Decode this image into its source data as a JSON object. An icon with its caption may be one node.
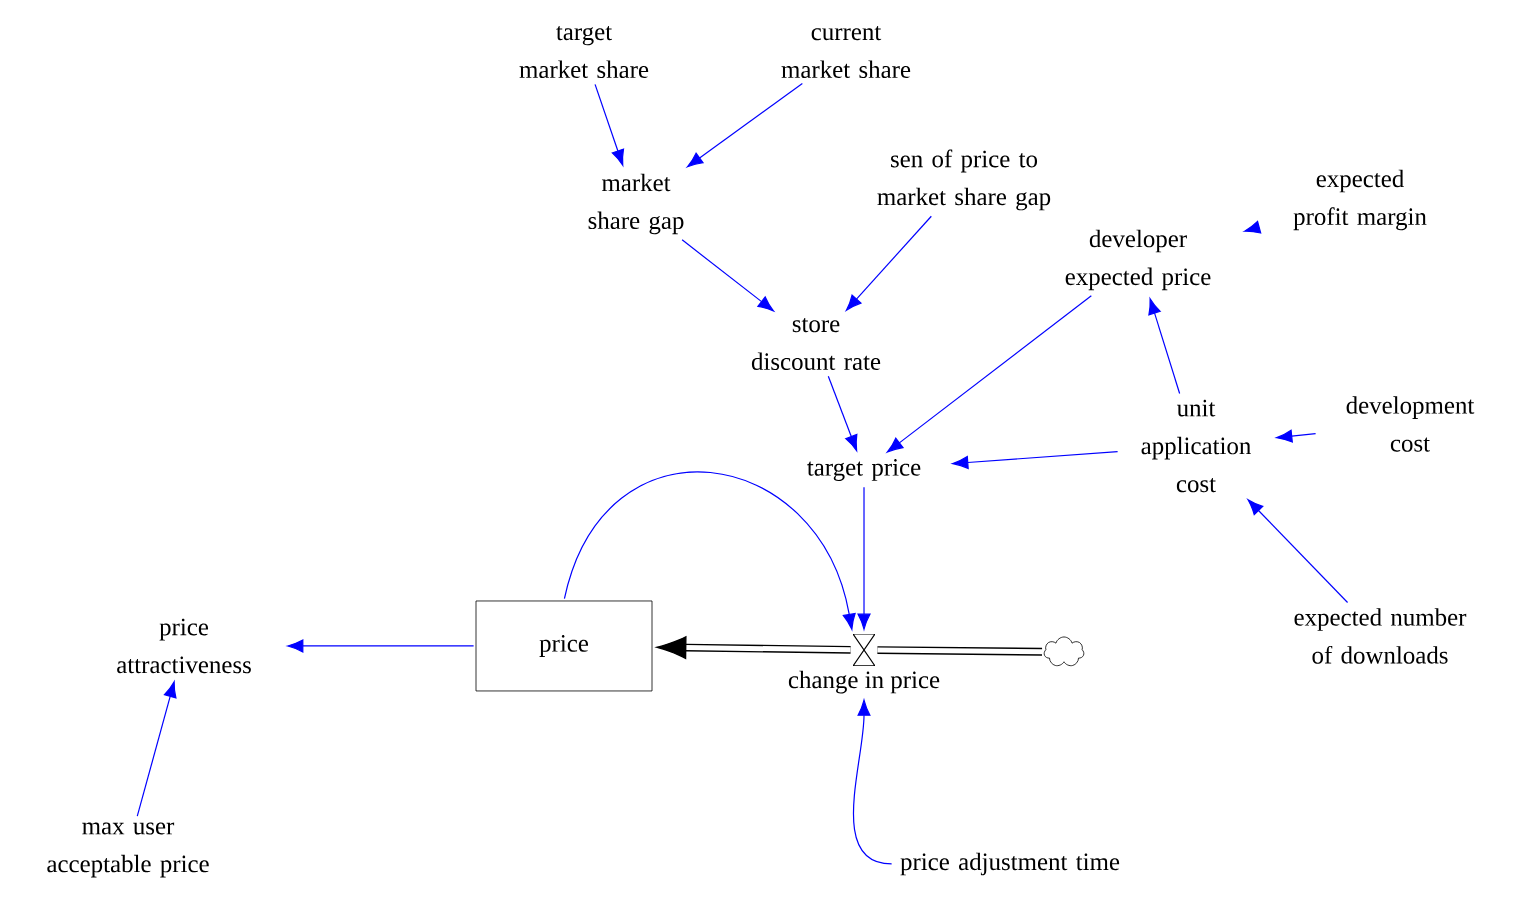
{
  "diagram": {
    "nodes": [
      {
        "text": [
          "target market share"
        ]
      },
      {
        "text": [
          "current market share"
        ]
      },
      {
        "text": [
          "market share gap"
        ]
      },
      {
        "text": [
          "sen of price to market share gap"
        ]
      },
      {
        "text": [
          "store discount rate"
        ]
      },
      {
        "text": [
          "expected profit margin"
        ]
      },
      {
        "text": [
          "developer expected price"
        ]
      },
      {
        "text": [
          "target price"
        ]
      },
      {
        "text": [
          "unit application cost"
        ]
      },
      {
        "text": [
          "development cost"
        ]
      },
      {
        "text": [
          "expected number of downloads"
        ]
      },
      {
        "text": [
          "price"
        ]
      },
      {
        "text": [
          "change in price"
        ]
      },
      {
        "text": [],
        "shape": "cloud"
      },
      {
        "text": [
          "price attractiveness"
        ]
      },
      {
        "text": [
          "max user acceptable price"
        ]
      },
      {
        "text": [
          "price adjustment time"
        ]
      }
    ],
    "edges": [
      {
        "from": 0,
        "to": 2,
        "arrow": "to"
      },
      {
        "from": 1,
        "to": 2,
        "arrow": "to"
      },
      {
        "from": 2,
        "to": 4,
        "arrow": "to"
      },
      {
        "from": 3,
        "to": 4,
        "arrow": "to"
      },
      {
        "from": 4,
        "to": 7,
        "arrow": "to"
      },
      {
        "from": 5,
        "to": 6,
        "arrow": "to"
      },
      {
        "from": 8,
        "to": 6,
        "arrow": "to"
      },
      {
        "from": 6,
        "to": 7,
        "arrow": "to"
      },
      {
        "from": 8,
        "to": 7,
        "arrow": "to"
      },
      {
        "from": 9,
        "to": 8,
        "arrow": "to"
      },
      {
        "from": 10,
        "to": 8,
        "arrow": "to"
      },
      {
        "from": 7,
        "to": 12,
        "arrow": "to"
      },
      {
        "from": 11,
        "to": 12,
        "arrow": "to"
      },
      {
        "from": 13,
        "to": 12,
        "arrow": "none",
        "style": "thick",
        "color": "#000000"
      },
      {
        "from": 12,
        "to": 11,
        "arrow": "to",
        "style": "thick",
        "color": "#000000"
      },
      {
        "from": 11,
        "to": 14,
        "arrow": "to"
      },
      {
        "from": 15,
        "to": 14,
        "arrow": "to"
      },
      {
        "from": 16,
        "to": 12,
        "arrow": "to"
      }
    ]
  }
}
